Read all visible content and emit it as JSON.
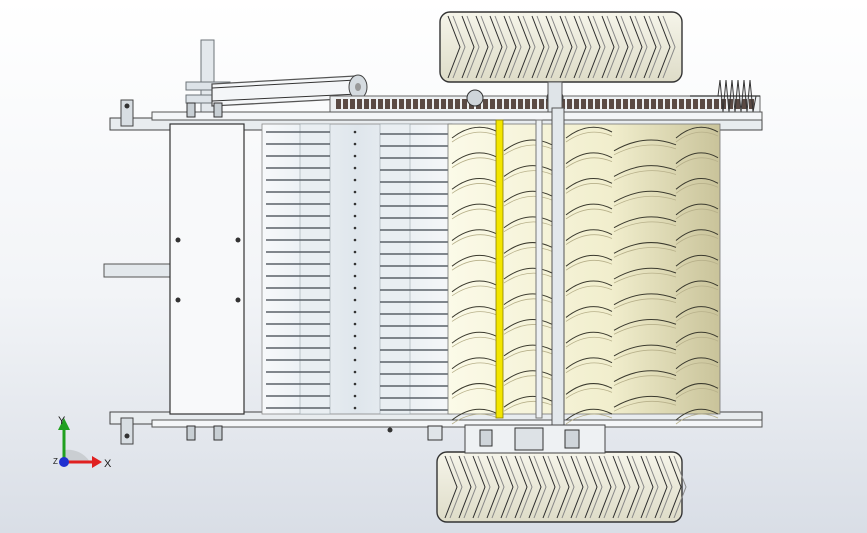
{
  "viewport": {
    "background_top": "#ffffff",
    "background_bottom": "#d9dee6"
  },
  "model": {
    "view": "top",
    "parts": {
      "frame_color": "#e6ebef",
      "tire_color": "#efeee0",
      "rotor_color": "#f4f2d4",
      "rotor_shadow": "#cfcaa2",
      "highlight_shaft_color": "#f3e600",
      "chain_color": "#5a4a44",
      "comb_tine_count": 24,
      "rotor_blade_rows": 11
    }
  },
  "triad": {
    "x_label": "X",
    "y_label": "Y",
    "z_label": "Z",
    "x_color": "#e02020",
    "y_color": "#20a020",
    "z_color": "#2030d0"
  }
}
